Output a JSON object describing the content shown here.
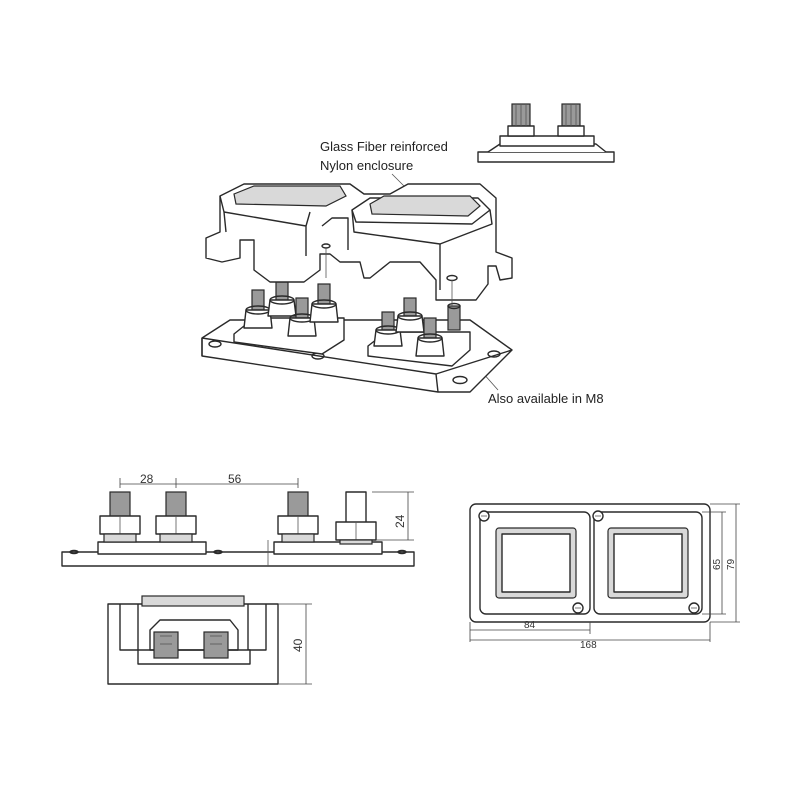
{
  "labels": {
    "enclosure_line1": "Glass Fiber reinforced",
    "enclosure_line2": "Nylon enclosure",
    "m8_note": "Also available in M8"
  },
  "dimensions": {
    "stud_spacing": "28",
    "pair_spacing": "56",
    "stud_height": "24",
    "side_height": "40",
    "inner_height": "65",
    "outer_height": "79",
    "half_length": "84",
    "total_length": "168"
  }
}
